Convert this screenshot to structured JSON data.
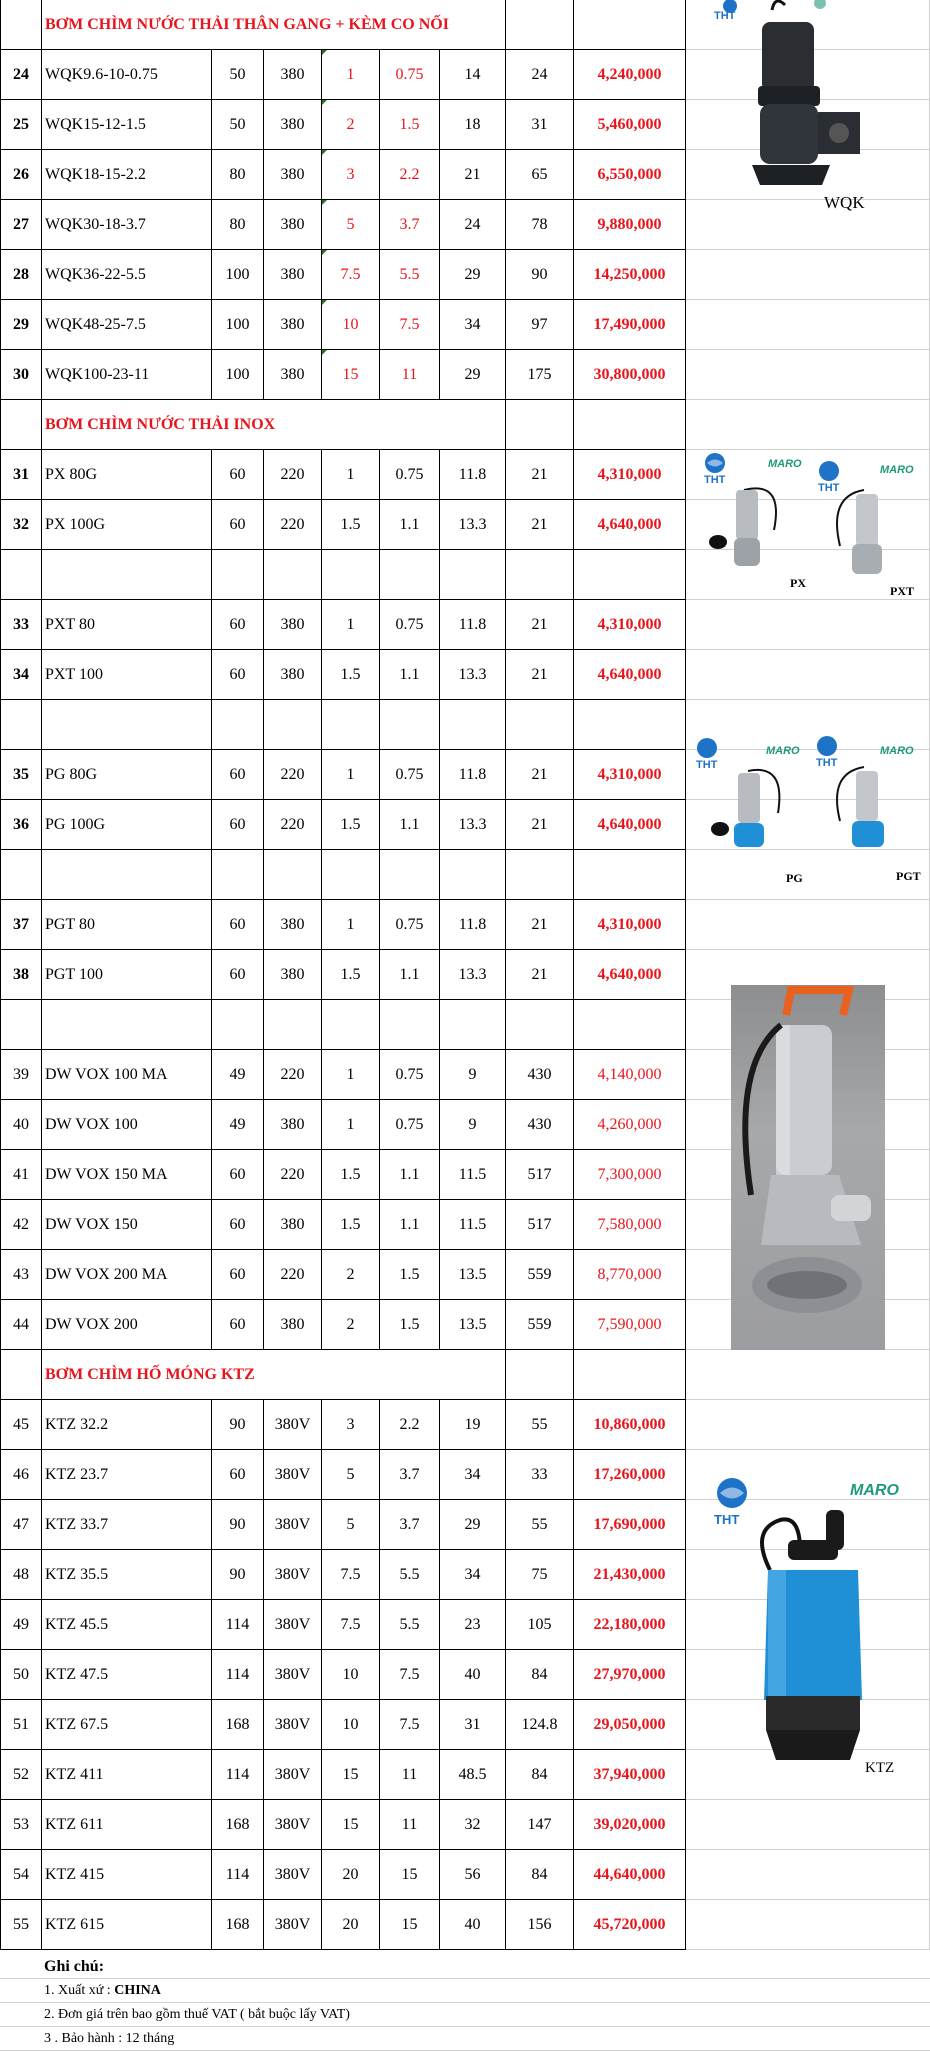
{
  "sections": [
    {
      "title": "BƠM CHÌM NƯỚC THẢI THÂN GANG + KÈM CO NỐI",
      "no_style": "bold",
      "price_style": "bold",
      "rows": [
        {
          "no": "24",
          "name": "WQK9.6-10-0.75",
          "a": "50",
          "b": "380",
          "c": "1",
          "d": "0.75",
          "e": "14",
          "f": "24",
          "price": "4,240,000"
        },
        {
          "no": "25",
          "name": "WQK15-12-1.5",
          "a": "50",
          "b": "380",
          "c": "2",
          "d": "1.5",
          "e": "18",
          "f": "31",
          "price": "5,460,000"
        },
        {
          "no": "26",
          "name": "WQK18-15-2.2",
          "a": "80",
          "b": "380",
          "c": "3",
          "d": "2.2",
          "e": "21",
          "f": "65",
          "price": "6,550,000"
        },
        {
          "no": "27",
          "name": "WQK30-18-3.7",
          "a": "80",
          "b": "380",
          "c": "5",
          "d": "3.7",
          "e": "24",
          "f": "78",
          "price": "9,880,000"
        },
        {
          "no": "28",
          "name": "WQK36-22-5.5",
          "a": "100",
          "b": "380",
          "c": "7.5",
          "d": "5.5",
          "e": "29",
          "f": "90",
          "price": "14,250,000"
        },
        {
          "no": "29",
          "name": "WQK48-25-7.5",
          "a": "100",
          "b": "380",
          "c": "10",
          "d": "7.5",
          "e": "34",
          "f": "97",
          "price": "17,490,000"
        },
        {
          "no": "30",
          "name": "WQK100-23-11",
          "a": "100",
          "b": "380",
          "c": "15",
          "d": "11",
          "e": "29",
          "f": "175",
          "price": "30,800,000"
        }
      ]
    },
    {
      "title": "BƠM CHÌM NƯỚC THẢI INOX",
      "rows": [
        {
          "no": "31",
          "name": "PX 80G",
          "a": "60",
          "b": "220",
          "c": "1",
          "d": "0.75",
          "e": "11.8",
          "f": "21",
          "price": "4,310,000"
        },
        {
          "no": "32",
          "name": "PX 100G",
          "a": "60",
          "b": "220",
          "c": "1.5",
          "d": "1.1",
          "e": "13.3",
          "f": "21",
          "price": "4,640,000"
        },
        {
          "blank": true
        },
        {
          "no": "33",
          "name": "PXT 80",
          "a": "60",
          "b": "380",
          "c": "1",
          "d": "0.75",
          "e": "11.8",
          "f": "21",
          "price": "4,310,000"
        },
        {
          "no": "34",
          "name": "PXT 100",
          "a": "60",
          "b": "380",
          "c": "1.5",
          "d": "1.1",
          "e": "13.3",
          "f": "21",
          "price": "4,640,000"
        },
        {
          "blank": true
        },
        {
          "no": "35",
          "name": "PG 80G",
          "a": "60",
          "b": "220",
          "c": "1",
          "d": "0.75",
          "e": "11.8",
          "f": "21",
          "price": "4,310,000"
        },
        {
          "no": "36",
          "name": "PG 100G",
          "a": "60",
          "b": "220",
          "c": "1.5",
          "d": "1.1",
          "e": "13.3",
          "f": "21",
          "price": "4,640,000"
        },
        {
          "blank": true
        },
        {
          "no": "37",
          "name": "PGT 80",
          "a": "60",
          "b": "380",
          "c": "1",
          "d": "0.75",
          "e": "11.8",
          "f": "21",
          "price": "4,310,000"
        },
        {
          "no": "38",
          "name": "PGT 100",
          "a": "60",
          "b": "380",
          "c": "1.5",
          "d": "1.1",
          "e": "13.3",
          "f": "21",
          "price": "4,640,000"
        },
        {
          "blank": true
        },
        {
          "no": "39",
          "name": "DW VOX 100 MA",
          "a": "49",
          "b": "220",
          "c": "1",
          "d": "0.75",
          "e": "9",
          "f": "430",
          "price": "4,140,000",
          "regular": true
        },
        {
          "no": "40",
          "name": "DW VOX 100",
          "a": "49",
          "b": "380",
          "c": "1",
          "d": "0.75",
          "e": "9",
          "f": "430",
          "price": "4,260,000",
          "regular": true
        },
        {
          "no": "41",
          "name": "DW VOX 150 MA",
          "a": "60",
          "b": "220",
          "c": "1.5",
          "d": "1.1",
          "e": "11.5",
          "f": "517",
          "price": "7,300,000",
          "regular": true
        },
        {
          "no": "42",
          "name": "DW VOX 150",
          "a": "60",
          "b": "380",
          "c": "1.5",
          "d": "1.1",
          "e": "11.5",
          "f": "517",
          "price": "7,580,000",
          "regular": true
        },
        {
          "no": "43",
          "name": "DW VOX 200 MA",
          "a": "60",
          "b": "220",
          "c": "2",
          "d": "1.5",
          "e": "13.5",
          "f": "559",
          "price": "8,770,000",
          "regular": true
        },
        {
          "no": "44",
          "name": "DW VOX 200",
          "a": "60",
          "b": "380",
          "c": "2",
          "d": "1.5",
          "e": "13.5",
          "f": "559",
          "price": "7,590,000",
          "regular": true
        }
      ]
    },
    {
      "title": "BƠM CHÌM HỐ MÓNG KTZ",
      "rows": [
        {
          "no": "45",
          "name": "KTZ 32.2",
          "a": "90",
          "b": "380V",
          "c": "3",
          "d": "2.2",
          "e": "19",
          "f": "55",
          "price": "10,860,000",
          "regular_no": true
        },
        {
          "no": "46",
          "name": "KTZ 23.7",
          "a": "60",
          "b": "380V",
          "c": "5",
          "d": "3.7",
          "e": "34",
          "f": "33",
          "price": "17,260,000",
          "regular_no": true
        },
        {
          "no": "47",
          "name": "KTZ 33.7",
          "a": "90",
          "b": "380V",
          "c": "5",
          "d": "3.7",
          "e": "29",
          "f": "55",
          "price": "17,690,000",
          "regular_no": true
        },
        {
          "no": "48",
          "name": "KTZ 35.5",
          "a": "90",
          "b": "380V",
          "c": "7.5",
          "d": "5.5",
          "e": "34",
          "f": "75",
          "price": "21,430,000",
          "regular_no": true
        },
        {
          "no": "49",
          "name": "KTZ 45.5",
          "a": "114",
          "b": "380V",
          "c": "7.5",
          "d": "5.5",
          "e": "23",
          "f": "105",
          "price": "22,180,000",
          "regular_no": true
        },
        {
          "no": "50",
          "name": "KTZ 47.5",
          "a": "114",
          "b": "380V",
          "c": "10",
          "d": "7.5",
          "e": "40",
          "f": "84",
          "price": "27,970,000",
          "regular_no": true
        },
        {
          "no": "51",
          "name": "KTZ 67.5",
          "a": "168",
          "b": "380V",
          "c": "10",
          "d": "7.5",
          "e": "31",
          "f": "124.8",
          "price": "29,050,000",
          "regular_no": true
        },
        {
          "no": "52",
          "name": "KTZ 411",
          "a": "114",
          "b": "380V",
          "c": "15",
          "d": "11",
          "e": "48.5",
          "f": "84",
          "price": "37,940,000",
          "regular_no": true
        },
        {
          "no": "53",
          "name": "KTZ 611",
          "a": "168",
          "b": "380V",
          "c": "15",
          "d": "11",
          "e": "32",
          "f": "147",
          "price": "39,020,000",
          "regular_no": true
        },
        {
          "no": "54",
          "name": "KTZ 415",
          "a": "114",
          "b": "380V",
          "c": "20",
          "d": "15",
          "e": "56",
          "f": "84",
          "price": "44,640,000",
          "regular_no": true
        },
        {
          "no": "55",
          "name": "KTZ 615",
          "a": "168",
          "b": "380V",
          "c": "20",
          "d": "15",
          "e": "40",
          "f": "156",
          "price": "45,720,000",
          "regular_no": true
        }
      ]
    }
  ],
  "images": {
    "wqk": {
      "caption": "WQK",
      "logo_tht": "THT"
    },
    "px": {
      "caption": "PX",
      "logo_tht": "THT",
      "logo_maro": "MARO"
    },
    "pxt": {
      "caption": "PXT",
      "logo_tht": "THT",
      "logo_maro": "MARO"
    },
    "pg": {
      "caption": "PG",
      "logo_tht": "THT",
      "logo_maro": "MARO"
    },
    "pgt": {
      "caption": "PGT",
      "logo_tht": "THT",
      "logo_maro": "MARO"
    },
    "ktz": {
      "caption": "KTZ",
      "logo_tht": "THT",
      "logo_maro": "MARO"
    }
  },
  "notes": {
    "title": "Ghi chú:",
    "origin_prefix": "1. Xuất xứ : ",
    "origin_value": "CHINA",
    "vat": "2. Đơn giá trên bao gồm thuế VAT ( bắt buộc lấy VAT)",
    "warranty": "3 . Bảo hành : 12 tháng"
  },
  "colors": {
    "red": "#e8141b",
    "tht_blue": "#1e73c8",
    "maro_green": "#1e9a7a",
    "pump_blue": "#1f8fd6"
  }
}
